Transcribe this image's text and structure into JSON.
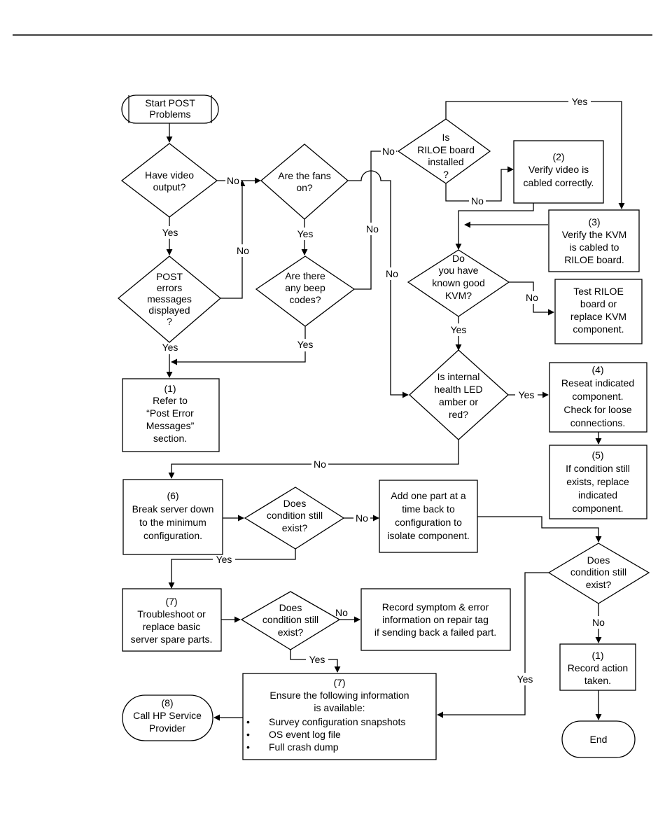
{
  "nodes": {
    "start": {
      "lines": [
        "Start POST",
        "Problems"
      ]
    },
    "video": {
      "lines": [
        "Have video",
        "output?"
      ]
    },
    "post_errors": {
      "lines": [
        "POST",
        "errors",
        "messages",
        "displayed",
        "?"
      ]
    },
    "fans": {
      "lines": [
        "Are the fans",
        "on?"
      ]
    },
    "beep": {
      "lines": [
        "Are there",
        "any beep",
        "codes?"
      ]
    },
    "refer": {
      "lines": [
        "(1)",
        "Refer to",
        "“Post Error",
        "Messages”",
        "section."
      ]
    },
    "riloe": {
      "lines": [
        "Is",
        "RILOE board",
        "installed",
        "?"
      ]
    },
    "verify_video": {
      "lines": [
        "(2)",
        "Verify video is",
        "cabled correctly."
      ]
    },
    "verify_kvm": {
      "lines": [
        "(3)",
        "Verify the KVM",
        "is cabled to",
        "RILOE board."
      ]
    },
    "known_kvm": {
      "lines": [
        "Do",
        "you have",
        "known good",
        "KVM?"
      ]
    },
    "test_riloe": {
      "lines": [
        "Test RILOE",
        "board or",
        "replace KVM",
        "component."
      ]
    },
    "health_led": {
      "lines": [
        "Is internal",
        "health LED",
        "amber or",
        "red?"
      ]
    },
    "reseat": {
      "lines": [
        "(4)",
        "Reseat indicated",
        "component.",
        "Check for loose",
        "connections."
      ]
    },
    "replace": {
      "lines": [
        "(5)",
        "If condition still",
        "exists, replace",
        "indicated",
        "component."
      ]
    },
    "break_down": {
      "lines": [
        "(6)",
        "Break server down",
        "to the minimum",
        "configuration."
      ]
    },
    "cond1": {
      "lines": [
        "Does",
        "condition still",
        "exist?"
      ]
    },
    "add_part": {
      "lines": [
        "Add one part at a",
        "time back to",
        "configuration to",
        "isolate component."
      ]
    },
    "cond_right": {
      "lines": [
        "Does",
        "condition still",
        "exist?"
      ]
    },
    "troubleshoot": {
      "lines": [
        "(7)",
        "Troubleshoot or",
        "replace basic",
        "server spare parts."
      ]
    },
    "cond2": {
      "lines": [
        "Does",
        "condition still",
        "exist?"
      ]
    },
    "record_symptom": {
      "lines": [
        "Record symptom & error",
        "information on repair tag",
        "if sending back a failed part."
      ]
    },
    "record_action": {
      "lines": [
        "(1)",
        "Record action",
        "taken."
      ]
    },
    "ensure": {
      "lines": [
        "(7)",
        "Ensure the following information",
        "is available:"
      ],
      "bullets": [
        "Survey configuration snapshots",
        "OS event log file",
        "Full crash dump"
      ]
    },
    "call_hp": {
      "lines": [
        "(8)",
        "Call HP Service",
        "Provider"
      ]
    },
    "end": {
      "lines": [
        "End"
      ]
    }
  },
  "edge_labels": {
    "video_no": "No",
    "video_yes": "Yes",
    "post_no": "No",
    "post_yes": "Yes",
    "fans_yes": "Yes",
    "fans_no_riloe": "No",
    "fans_no_health": "No",
    "beep_yes": "Yes",
    "riloe_yes": "Yes",
    "riloe_no": "No",
    "kvm_yes": "Yes",
    "kvm_no": "No",
    "health_yes": "Yes",
    "health_no": "No",
    "cond1_no": "No",
    "cond1_yes": "Yes",
    "cond2_no": "No",
    "cond2_yes": "Yes",
    "cond_right_no": "No",
    "cond_right_yes": "Yes"
  }
}
